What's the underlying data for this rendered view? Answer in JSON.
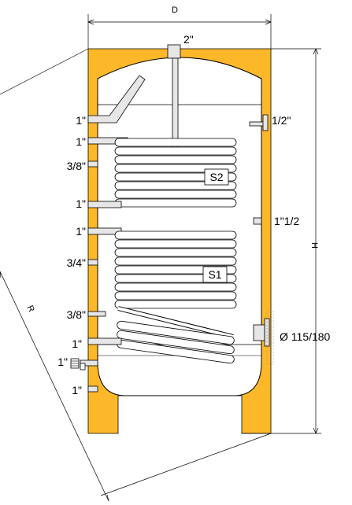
{
  "dimensions": {
    "diameter": "D",
    "height": "H",
    "radius": "R"
  },
  "connections": {
    "top": "2\"",
    "left": [
      "1\"",
      "1\"",
      "3/8\"",
      "1\"",
      "1\"",
      "3/4\"",
      "3/8\"",
      "1\"",
      "1\"",
      "1\""
    ],
    "right_upper": "1/2\"",
    "right_middle": "1\"1/2",
    "flange": "Ø 115/180"
  },
  "coils": {
    "upper": "S2",
    "lower": "S1"
  },
  "colors": {
    "insulation": "#FDB82A",
    "tank_inner": "#ffffff",
    "pipe": "#e6e6e6",
    "line": "#000000"
  }
}
